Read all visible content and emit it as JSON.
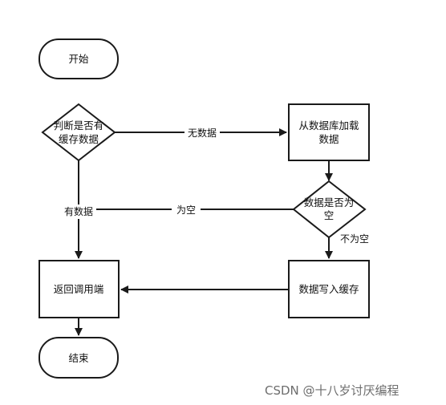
{
  "nodes": {
    "start": {
      "label": "开始"
    },
    "check_cache": {
      "lines": [
        "判断是否有",
        "缓存数据"
      ]
    },
    "load_db": {
      "lines": [
        "从数据库加载",
        "数据"
      ]
    },
    "is_empty": {
      "lines": [
        "数据是否为",
        "空"
      ]
    },
    "return_caller": {
      "label": "返回调用端"
    },
    "write_cache": {
      "label": "数据写入缓存"
    },
    "end": {
      "label": "结束"
    }
  },
  "edges": {
    "no_data": "无数据",
    "has_data": "有数据",
    "empty": "为空",
    "not_empty": "不为空"
  },
  "watermark": "CSDN @十八岁讨厌编程"
}
